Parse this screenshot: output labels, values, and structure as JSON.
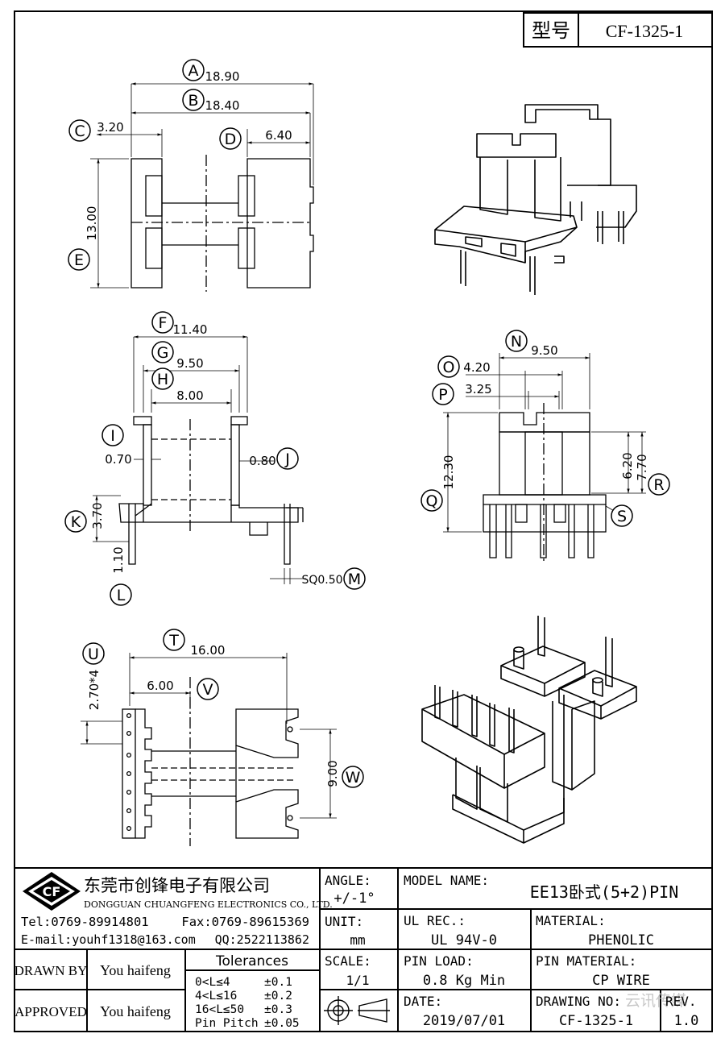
{
  "header": {
    "label": "型号",
    "value": "CF-1325-1"
  },
  "front_view": {
    "dims": {
      "a": "18.90",
      "b": "18.40",
      "c": "3.20",
      "d": "6.40",
      "e": "13.00"
    },
    "letters": {
      "a": "A",
      "b": "B",
      "c": "C",
      "d": "D",
      "e": "E"
    }
  },
  "side_view": {
    "dims": {
      "f": "11.40",
      "g": "9.50",
      "h": "8.00",
      "i": "0.70",
      "j": "0.80",
      "k": "3.70",
      "l": "1.10",
      "m": "SQ0.50"
    },
    "letters": {
      "f": "F",
      "g": "G",
      "h": "H",
      "i": "I",
      "j": "J",
      "k": "K",
      "l": "L",
      "m": "M"
    }
  },
  "end_view": {
    "dims": {
      "n": "9.50",
      "o": "4.20",
      "p": "3.25",
      "q": "12.30",
      "r1": "6.20",
      "r2": "7.70"
    },
    "letters": {
      "n": "N",
      "o": "O",
      "p": "P",
      "q": "Q",
      "r": "R",
      "s": "S"
    }
  },
  "bottom_view": {
    "dims": {
      "t": "16.00",
      "u": "2.70*4",
      "v": "6.00",
      "w": "9.00"
    },
    "letters": {
      "t": "T",
      "u": "U",
      "v": "V",
      "w": "W"
    }
  },
  "title_block": {
    "company_logo": "CF",
    "company_name": "东莞市创锋电子有限公司",
    "company_name_en": "DONGGUAN CHUANGFENG ELECTRONICS CO., LTD.",
    "tel": "Tel:0769-89914801",
    "fax": "Fax:0769-89615369",
    "email": "E-mail:youhf1318@163.com",
    "qq": "QQ:2522113862",
    "drawn_by_label": "DRAWN BY",
    "drawn_by": "You haifeng",
    "approved_label": "APPROVED",
    "approved": "You haifeng",
    "tolerances_title": "Tolerances",
    "tolerances": [
      {
        "range": "0<L≤4",
        "value": "±0.1"
      },
      {
        "range": "4<L≤16",
        "value": "±0.2"
      },
      {
        "range": "16<L≤50",
        "value": "±0.3"
      },
      {
        "range": "Pin Pitch",
        "value": "±0.05"
      }
    ],
    "angle_label": "ANGLE:",
    "angle_value": "+/-1°",
    "unit_label": "UNIT:",
    "unit_value": "mm",
    "scale_label": "SCALE:",
    "scale_value": "1/1",
    "model_label": "MODEL NAME:",
    "model_value": "EE13卧式(5+2)PIN",
    "ul_label": "UL REC.:",
    "ul_value": "UL 94V-0",
    "material_label": "MATERIAL:",
    "material_value": "PHENOLIC",
    "pin_load_label": "PIN LOAD:",
    "pin_load_value": "0.8 Kg Min",
    "pin_material_label": "PIN MATERIAL:",
    "pin_material_value": "CP WIRE",
    "date_label": "DATE:",
    "date_value": "2019/07/01",
    "drawing_no_label": "DRAWING NO:",
    "drawing_no_value": "CF-1325-1",
    "rev_label": "REV.",
    "rev_value": "1.0",
    "watermark": "云讯传媒"
  }
}
